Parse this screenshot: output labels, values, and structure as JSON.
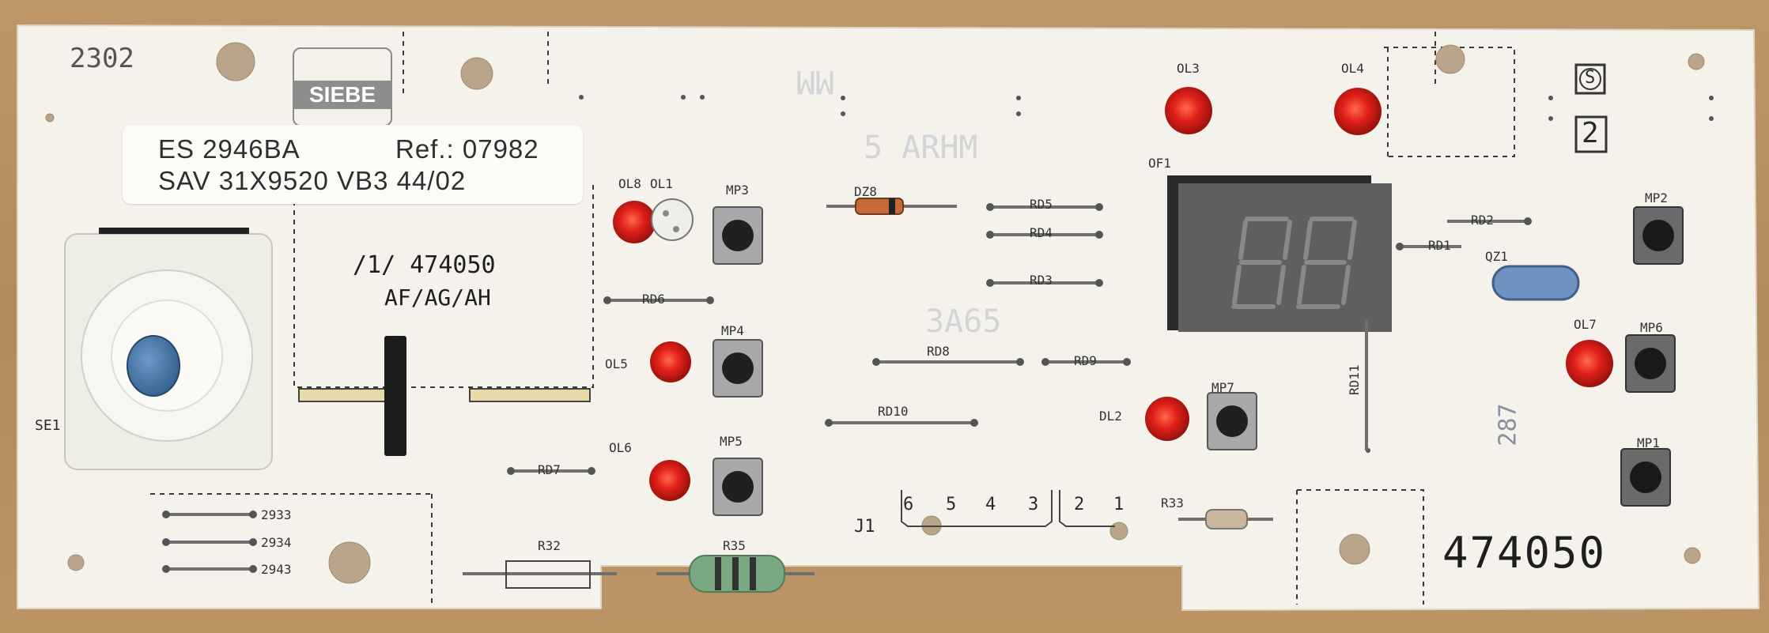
{
  "board": {
    "serial": "2302",
    "logo_text": "SIEBE",
    "sticker": {
      "line1_model": "ES 2946BA",
      "line1_ref": "Ref.: 07982",
      "line2": "SAV 31X9520 VB3 44/02"
    },
    "part_number_block": "/1/ 474050",
    "variants": "AF/AG/AH",
    "part_number_bottom": "474050",
    "symbol_s": "S",
    "symbol_2": "2",
    "selector_label": "SE1",
    "connector_label": "J1",
    "connector_pins": [
      "6",
      "5",
      "4",
      "3",
      "2",
      "1"
    ],
    "side_text": "287"
  },
  "leds": [
    {
      "name": "OL8",
      "state": "on"
    },
    {
      "name": "OL1",
      "state": "off"
    },
    {
      "name": "OL3",
      "state": "on"
    },
    {
      "name": "OL4",
      "state": "on"
    },
    {
      "name": "OL5",
      "state": "on"
    },
    {
      "name": "OL6",
      "state": "on"
    },
    {
      "name": "OL7",
      "state": "on"
    },
    {
      "name": "DL2",
      "state": "on"
    }
  ],
  "buttons": [
    "MP1",
    "MP2",
    "MP3",
    "MP4",
    "MP5",
    "MP6",
    "MP7"
  ],
  "display": {
    "label": "OF1",
    "digits": "88"
  },
  "components": {
    "diode": "DZ8",
    "crystal": "QZ1",
    "resistors": [
      "RD5",
      "RD4",
      "RD3",
      "RD6",
      "RD8",
      "RD9",
      "RD10",
      "RD11",
      "RD2",
      "RD1",
      "RD7",
      "R32",
      "R35",
      "R33"
    ],
    "jumpers": [
      "2933",
      "2934",
      "2943"
    ]
  },
  "colors": {
    "board": "#f4f2ea",
    "wood": "#b58c5c",
    "led_on": "#e8211b",
    "display": "#5e5e5e",
    "crystal": "#6f93c0",
    "knob": "#3e6e9c"
  }
}
